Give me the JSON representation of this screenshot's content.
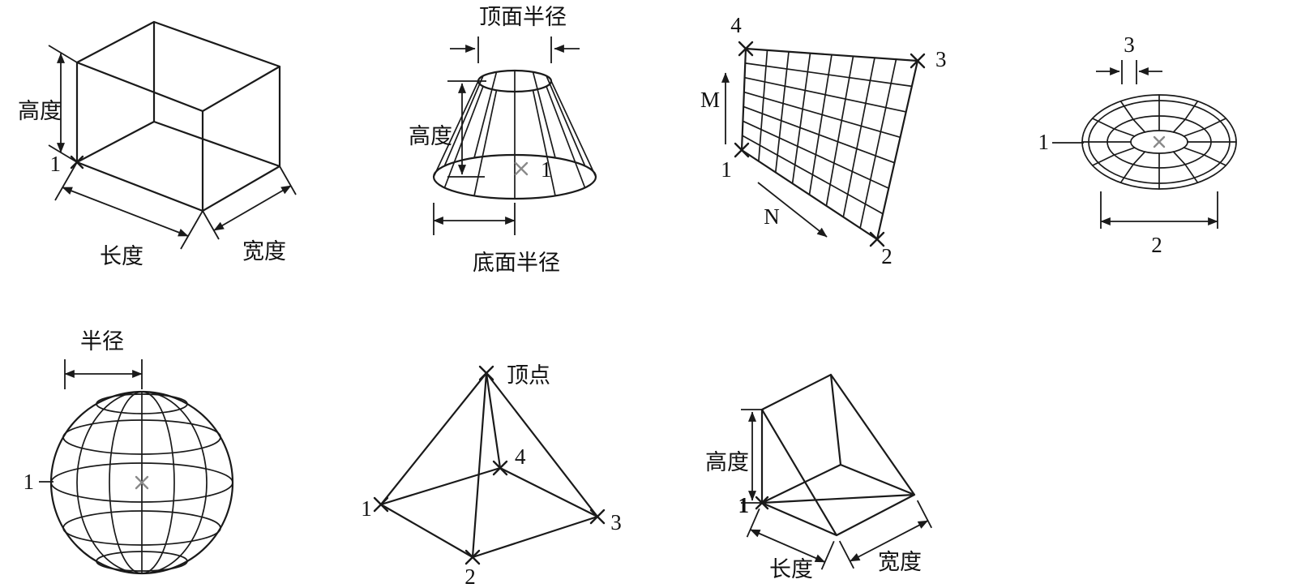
{
  "palette": {
    "background": "#ffffff",
    "line": "#1a1a1a",
    "center_marker": "#8a8a8a",
    "text": "#111111"
  },
  "glyphs": {
    "vertex_marker": "×",
    "center_marker": "×"
  },
  "box": {
    "height_label": "高度",
    "length_label": "长度",
    "width_label": "宽度",
    "point1_label": "1"
  },
  "cone": {
    "top_radius_label": "顶面半径",
    "height_label": "高度",
    "bottom_radius_label": "底面半径",
    "point1_label": "1"
  },
  "mesh": {
    "m_axis_label": "M",
    "n_axis_label": "N",
    "point1_label": "1",
    "point2_label": "2",
    "point3_label": "3",
    "point4_label": "4"
  },
  "torus": {
    "point1_label": "1",
    "radius_label": "2",
    "tube_label": "3"
  },
  "sphere": {
    "radius_label": "半径",
    "point1_label": "1"
  },
  "pyramid": {
    "apex_label": "顶点",
    "point1_label": "1",
    "point2_label": "2",
    "point3_label": "3",
    "point4_label": "4"
  },
  "wedge": {
    "height_label": "高度",
    "length_label": "长度",
    "width_label": "宽度",
    "point1_label": "1"
  }
}
